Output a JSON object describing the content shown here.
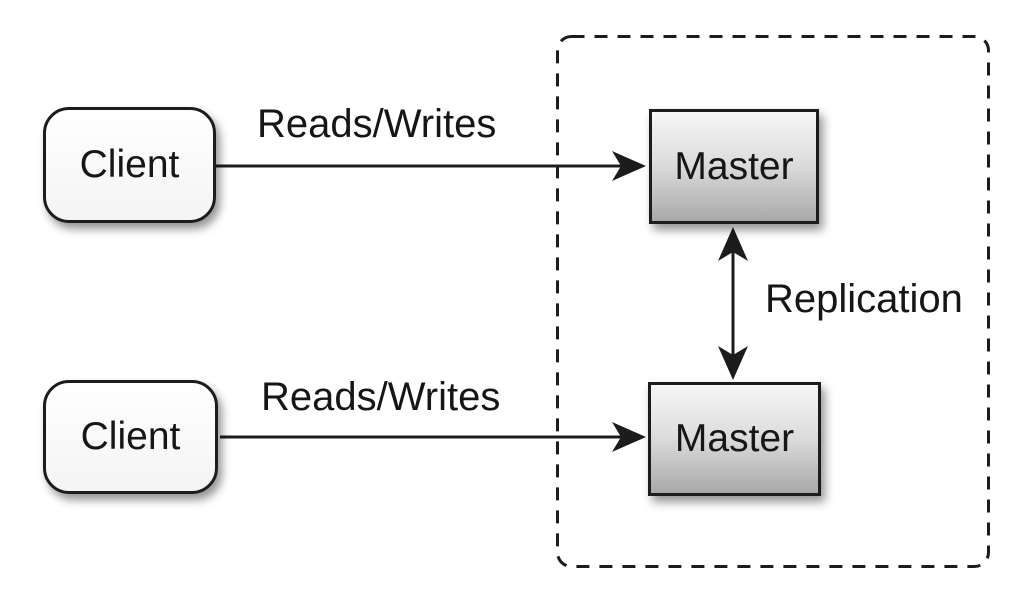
{
  "colors": {
    "line": "#1c1c1c",
    "text": "#161616",
    "client_fill": "#ffffff",
    "master_fill_light": "#f6f6f6",
    "master_fill_dark": "#a9a9a9",
    "background": "#ffffff"
  },
  "nodes": {
    "client_top": {
      "label": "Client"
    },
    "client_bottom": {
      "label": "Client"
    },
    "master_top": {
      "label": "Master"
    },
    "master_bottom": {
      "label": "Master"
    }
  },
  "edges": {
    "reads_writes_top": {
      "label": "Reads/Writes"
    },
    "reads_writes_bottom": {
      "label": "Reads/Writes"
    },
    "replication": {
      "label": "Replication"
    }
  }
}
